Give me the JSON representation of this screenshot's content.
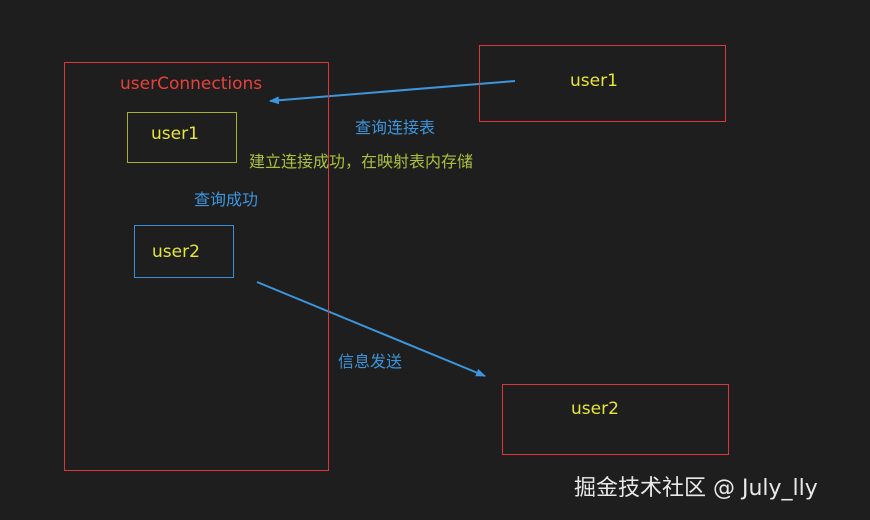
{
  "container": {
    "title": "userConnections"
  },
  "nodes": {
    "inner_user1": "user1",
    "inner_user2": "user2",
    "outer_user1": "user1",
    "outer_user2": "user2"
  },
  "annotations": {
    "query_connection_table": "查询连接表",
    "connection_success": "建立连接成功，在映射表内存储",
    "query_success": "查询成功",
    "message_send": "信息发送"
  },
  "watermark": "掘金技术社区 @ July_lly",
  "colors": {
    "background": "#1e1e1e",
    "red": "#d9363e",
    "yellow": "#e7e53a",
    "green": "#a9c13a",
    "blue": "#3d95dc",
    "white": "#e9e9e9"
  }
}
